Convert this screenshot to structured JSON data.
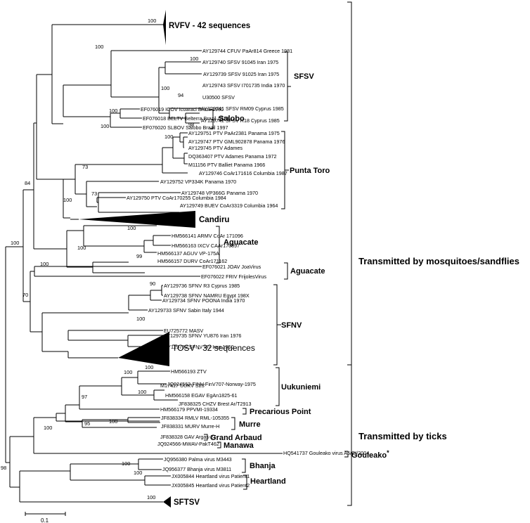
{
  "tips": [
    "AY129744 CFUV PaAr814 Greece 1981",
    "AY129740 SFSV 91045 Iran 1975",
    "AY129739 SFSV 91025 Iran 1975",
    "AY129743 SFSV I701735 India 1970",
    "U30500 SFSV",
    "AY129741 SFSV RM09 Cyprus 1985",
    "AY129742 SFSV R18 Cyprus 1985",
    "EF076019 ICOV Icoaraci Brazil 1960",
    "EF076018 BELTV Belterra Brazil 1978",
    "EF076020 SLBOV Salobo Brazil 1997",
    "AY129751 PTV PaAr2381 Panama 1975",
    "AY129747 PTV GML902878 Panama 1976",
    "AY129745 PTV Adames",
    "DQ363407 PTV Adames Panama 1972",
    "M11156 PTV Balliet Panama 1966",
    "AY129746 CoAr171616 Columbia 1987",
    "AY129752 VP334K Panama 1970",
    "AY129748 VP366G Panama 1970",
    "AY129750 PTV CoAr170255 Columbia 1984",
    "AY129749 BUEV CoAr3319 Columbia 1964",
    "HM566141 ARMV CoAr 171096",
    "HM566163 IXCV CAAr170897",
    "HM566137 AGUV VP-175A",
    "HM566157 DURV CoAr171162",
    "EF076021 JOAV JoaVirus",
    "EF076022 FRIV FrijolesVirus",
    "AY129736 SFNV R3 Cyprus 1985",
    "AY129738 SFNV NAMRU Egypt 198X",
    "AY129734 SFNV POONA India 1970",
    "AY129733 SFNV Sabin Italy 1944",
    "EU725772 MASV",
    "AY129735 SFNV YU876 Iran 1976",
    "AY129732 SFNV I47 Iran 1950",
    "HM566193 ZTV",
    "JQ924563-FINV-FinV707-Norway-1975",
    "M17417 UUKV S23",
    "HM566158 EGAV EgAn1825-61",
    "JF838325 CHZV Brest Ar/T2913",
    "HM566179 PPVMI-19334",
    "JF838334 RMLV RML-105355",
    "JF838331 MURV Murre-H",
    "JF838328 GAV Argas-27",
    "JQ924566-MWAV-PakT462",
    "HQ541737 Gouleako virus A5/CI/2004",
    "JQ956380 Palma virus M3443",
    "JQ956377 Bhanja virus M3811",
    "JX005844 Heartland virus Patient1",
    "JX005845 Heartland virus Patient2"
  ],
  "collapsed_clades": {
    "rvfv": "RVFV - 42 sequences",
    "candiru": "Candiru",
    "tosv": "TOSV - 32 sequences",
    "sftsv": "SFTSV"
  },
  "groups": {
    "sfsv": "SFSV",
    "salobo": "Salobo",
    "punta_toro": "Punta Toro",
    "aguacate_1": "Aguacate",
    "aguacate_2": "Aguacate",
    "sfnv": "SFNV",
    "uukuniemi": "Uukuniemi",
    "precarious_point": "Precarious Point",
    "murre": "Murre",
    "grand_arbaud": "Grand Arbaud",
    "manawa": "Manawa",
    "gouleako": "Gouleako",
    "gouleako_mark": "*",
    "bhanja": "Bhanja",
    "heartland": "Heartland"
  },
  "vectors": {
    "mosquitoes": "Transmitted by mosquitoes/sandflies",
    "ticks": "Transmitted by ticks"
  },
  "bootstrap": {
    "rvfv": "100",
    "sfsv_ingroup": "100",
    "sfsv_iran": "100",
    "sfsv_crown": "100",
    "u30500": "94",
    "cyprus": "98",
    "salobo_pair": "100",
    "salobo_crown": "100",
    "pt_top": "100",
    "pt_73a": "73",
    "pt_73b": "73",
    "pt_crown": "100",
    "node_84": "84",
    "aguacate_pair": "100",
    "aguacate_99": "99",
    "aguacate_crown": "100",
    "root_100": "100",
    "joa_fri": "100",
    "sfnv_90": "90",
    "sfnv_iran": "100",
    "tosv": "100",
    "node_70": "70",
    "uuk_pair": "100",
    "uuk_a": "100",
    "uuk_b": "100",
    "node_97": "97",
    "node_95": "95",
    "murre_pair": "100",
    "ticks_crown": "100",
    "bhanja_pair": "100",
    "heartland_pair": "100",
    "sftsv": "100",
    "node_98": "98"
  },
  "scale": {
    "label": "0.1"
  }
}
